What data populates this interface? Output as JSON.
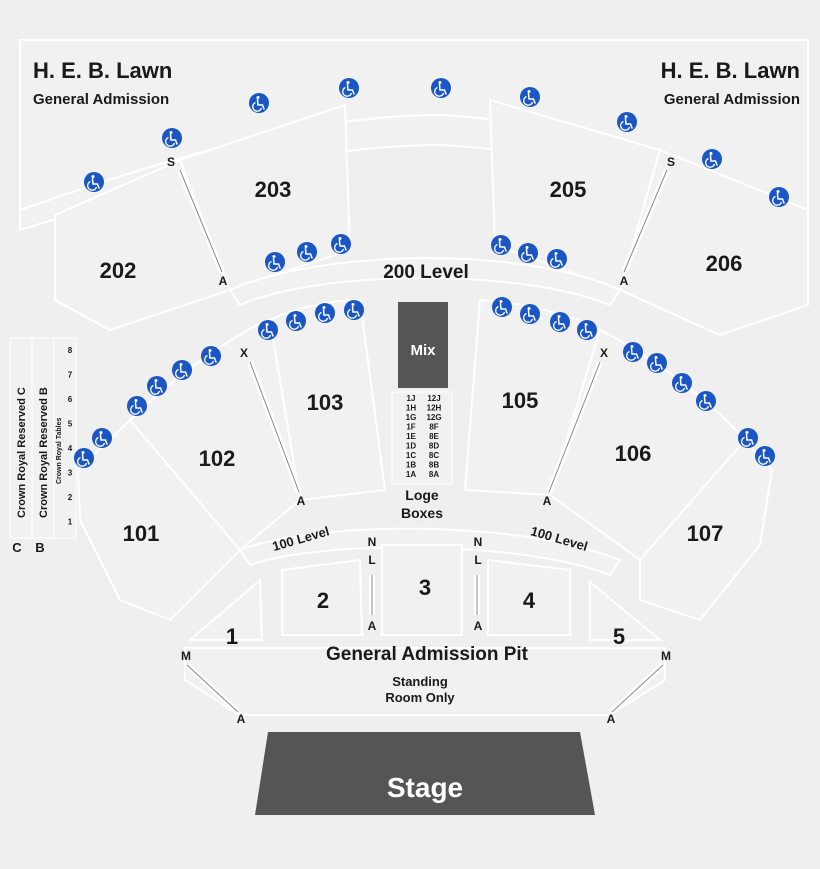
{
  "colors": {
    "background": "#efefef",
    "section": "#f1f1f1",
    "outline": "#ffffff",
    "accessible": "#1a56c4",
    "stage": "#555555",
    "mix": "#555555"
  },
  "lawn": {
    "left_title": "H. E. B. Lawn",
    "left_sub": "General Admission",
    "right_title": "H. E. B. Lawn",
    "right_sub": "General Admission"
  },
  "sections_200": [
    "202",
    "203",
    "205",
    "206"
  ],
  "level_200_label": "200 Level",
  "sections_100": [
    "101",
    "102",
    "103",
    "105",
    "106",
    "107"
  ],
  "level_100_label": "100 Level",
  "pit_sections": [
    "1",
    "2",
    "3",
    "4",
    "5"
  ],
  "pit_label": "General Admission Pit",
  "standing_line1": "Standing",
  "standing_line2": "Room Only",
  "stage_label": "Stage",
  "mix_label": "Mix",
  "loge": {
    "title_line1": "Loge",
    "title_line2": "Boxes",
    "left_column": [
      "1J",
      "1H",
      "1G",
      "1F",
      "1E",
      "1D",
      "1C",
      "1B",
      "1A"
    ],
    "right_column": [
      "12J",
      "12H",
      "12G",
      "8F",
      "8E",
      "8D",
      "8C",
      "8B",
      "8A"
    ]
  },
  "crown_royal": {
    "label_c": "Crown Royal Reserved C",
    "label_b": "Crown Royal Reserved B",
    "label_tables": "Crown Royal Tables",
    "letter_c": "C",
    "letter_b": "B",
    "table_numbers": [
      "8",
      "7",
      "6",
      "5",
      "4",
      "3",
      "2",
      "1"
    ]
  },
  "row_markers": {
    "s_left": "S",
    "a_203": "A",
    "s_right": "S",
    "a_205": "A",
    "x_left": "X",
    "a_102": "A",
    "x_right": "X",
    "a_106": "A",
    "n_left": "N",
    "l_left": "L",
    "a_pit_left": "A",
    "n_right": "N",
    "l_right": "L",
    "a_pit_right": "A",
    "m_left": "M",
    "a_left_front": "A",
    "m_right": "M",
    "a_right_front": "A"
  },
  "accessible_icon": "wheelchair-accessible-icon"
}
